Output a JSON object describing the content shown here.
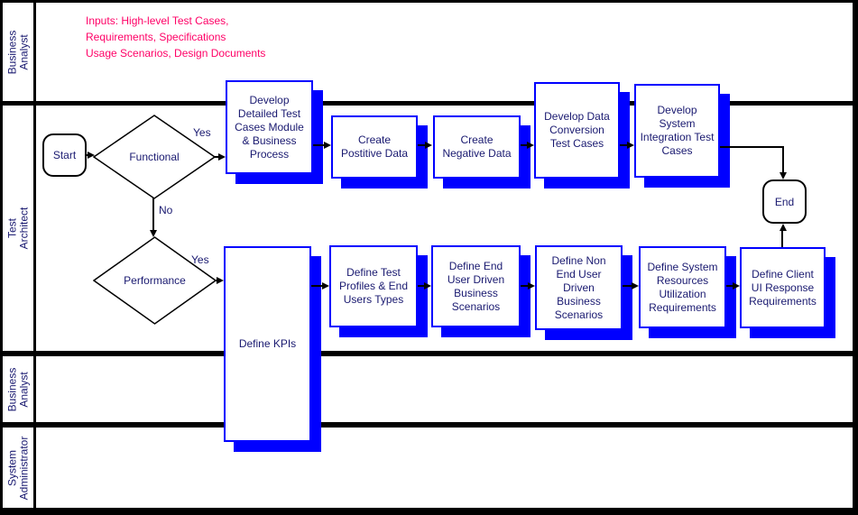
{
  "colors": {
    "shape_border_blue": "#0000ff",
    "shadow_blue": "#0000ff",
    "text_navy": "#191970",
    "note_pink": "#ff0066",
    "line_black": "#000000"
  },
  "lanes": [
    {
      "label": "Business\nAnalyst"
    },
    {
      "label": "Test\nArchitect"
    },
    {
      "label": "Business\nAnalyst"
    },
    {
      "label": "System\nAdministrator"
    }
  ],
  "note": {
    "lines": [
      "Inputs: High-level Test Cases,",
      "Requirements, Specifications",
      "Usage Scenarios, Design Documents"
    ]
  },
  "terminators": {
    "start": "Start",
    "end": "End"
  },
  "decisions": {
    "functional": "Functional",
    "performance": "Performance"
  },
  "edge_labels": {
    "functional_yes": "Yes",
    "functional_no": "No",
    "performance_yes": "Yes"
  },
  "processes": {
    "develop_detailed": "Develop\nDetailed Test\nCases Module\n& Business\nProcess",
    "create_positive": "Create\nPostitive Data",
    "create_negative": "Create\nNegative Data",
    "data_conversion": "Develop Data\nConversion\nTest Cases",
    "system_integration": "Develop\nSystem\nIntegration Test\nCases",
    "define_kpis": "Define KPIs",
    "test_profiles": "Define Test\nProfiles & End\nUsers Types",
    "end_user_scenarios": "Define End\nUser Driven\nBusiness\nScenarios",
    "non_end_user_scenarios": "Define Non\nEnd User\nDriven\nBusiness\nScenarios",
    "system_resources": "Define System\nResources\nUtilization\nRequirements",
    "client_ui": "Define Client\nUI Response\nRequirements"
  }
}
